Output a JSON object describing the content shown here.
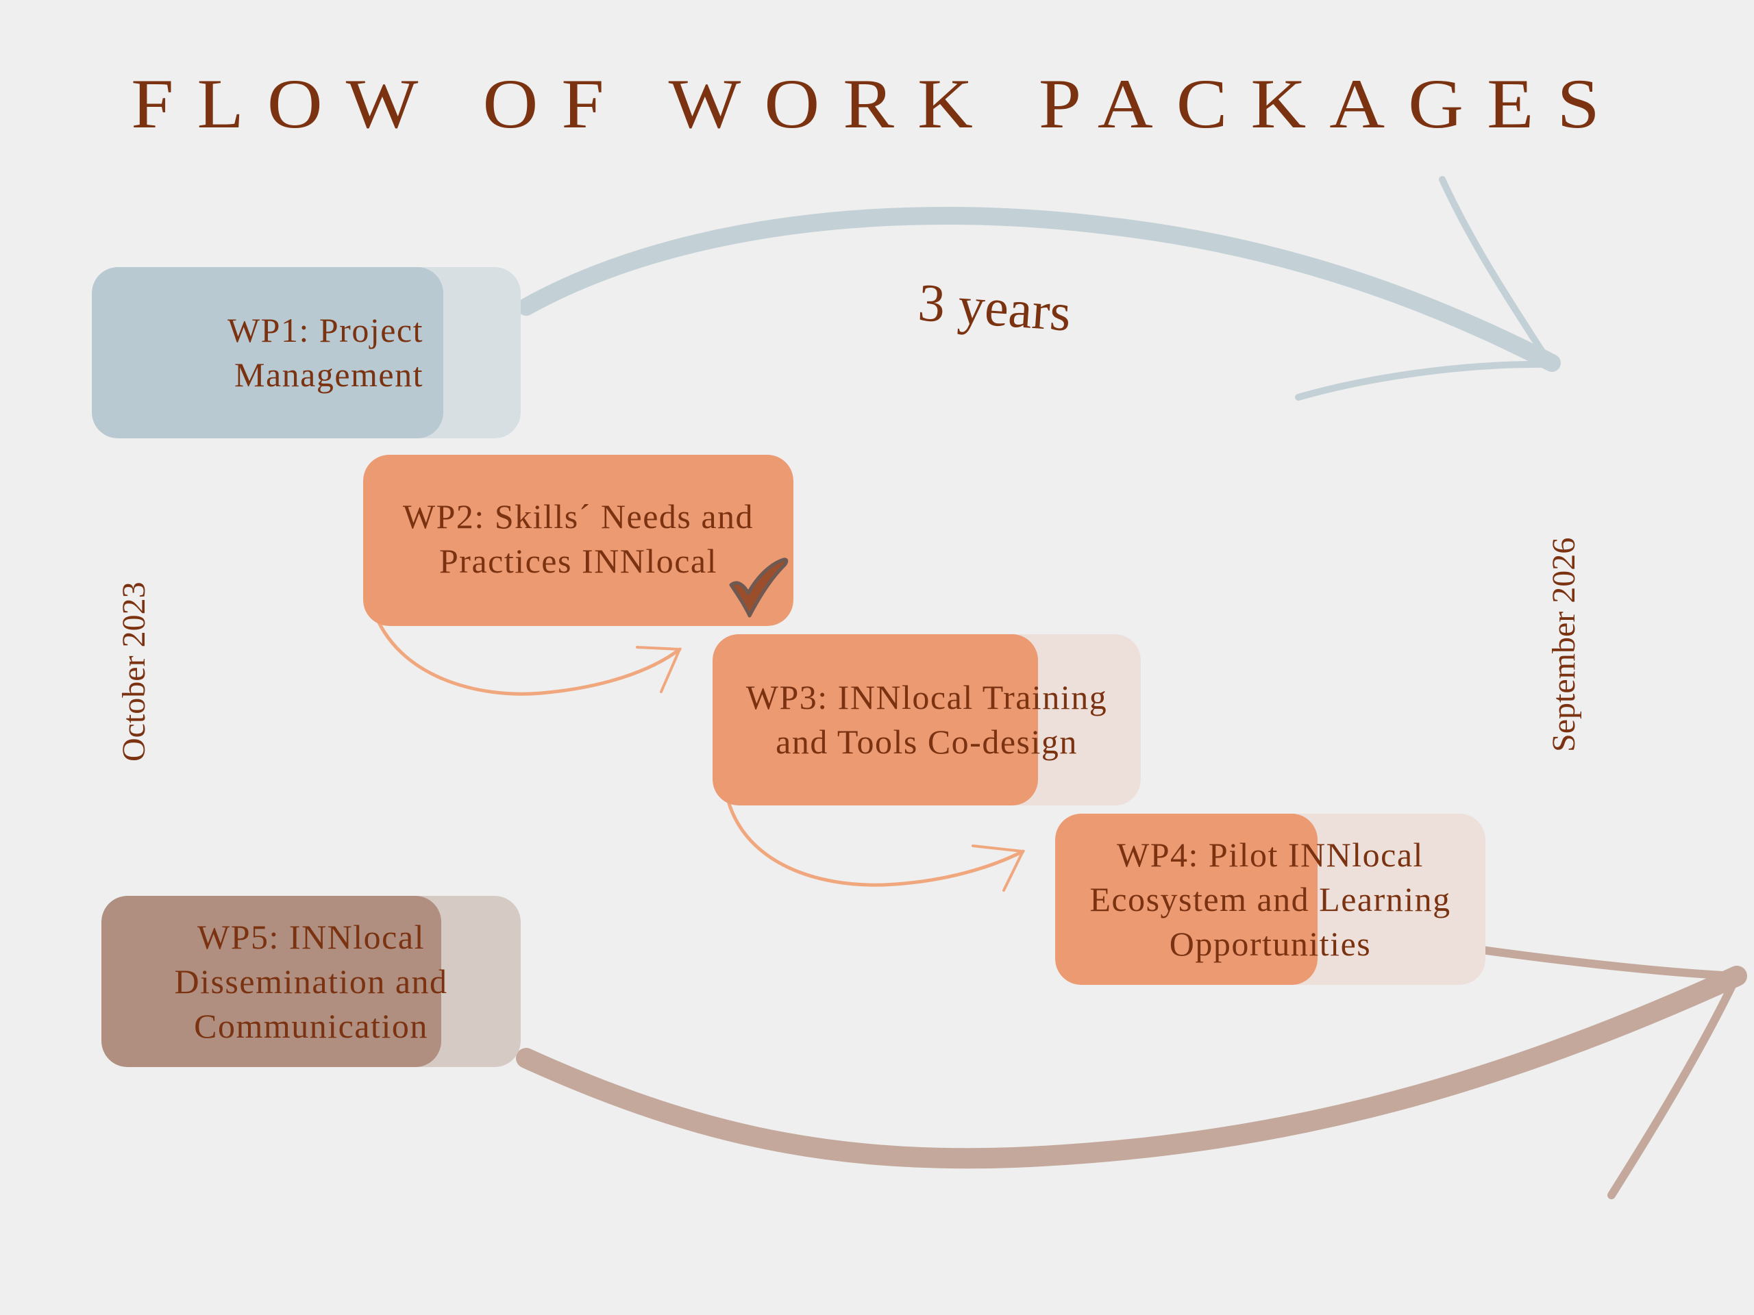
{
  "title": "FLOW OF WORK PACKAGES",
  "duration_label": "3 years",
  "start_date": "October 2023",
  "end_date": "September 2026",
  "colors": {
    "background": "#efefef",
    "text": "#7a3211",
    "wp1_fill": "#b8c9d1",
    "wp1_track": "#d7dfe3",
    "orange_fill": "#ec9a72",
    "orange_track": "#ede0db",
    "wp5_fill": "#b08f80",
    "wp5_track": "#d6cac5",
    "top_arrow": "#c3d1d7",
    "bottom_arrow": "#c3a89b",
    "connector": "#f0a77d",
    "check_fill": "#9a4e2c",
    "check_outline": "#6e5a52"
  },
  "work_packages": [
    {
      "id": "WP1",
      "label": "WP1: Project\nManagement",
      "progress": 0.82,
      "completed": false
    },
    {
      "id": "WP2",
      "label": "WP2: Skills´ Needs and\nPractices INNlocal",
      "progress": 1.0,
      "completed": true
    },
    {
      "id": "WP3",
      "label": "WP3: INNlocal Training\nand Tools Co-design",
      "progress": 0.76,
      "completed": false
    },
    {
      "id": "WP4",
      "label": "WP4: Pilot INNlocal\nEcosystem and Learning\nOpportunities",
      "progress": 0.61,
      "completed": false
    },
    {
      "id": "WP5",
      "label": "WP5: INNlocal\nDissemination and\nCommunication",
      "progress": 0.81,
      "completed": false
    }
  ],
  "icons": {
    "completed": "checkmark-icon",
    "flow": "curved-arrow-icon"
  }
}
